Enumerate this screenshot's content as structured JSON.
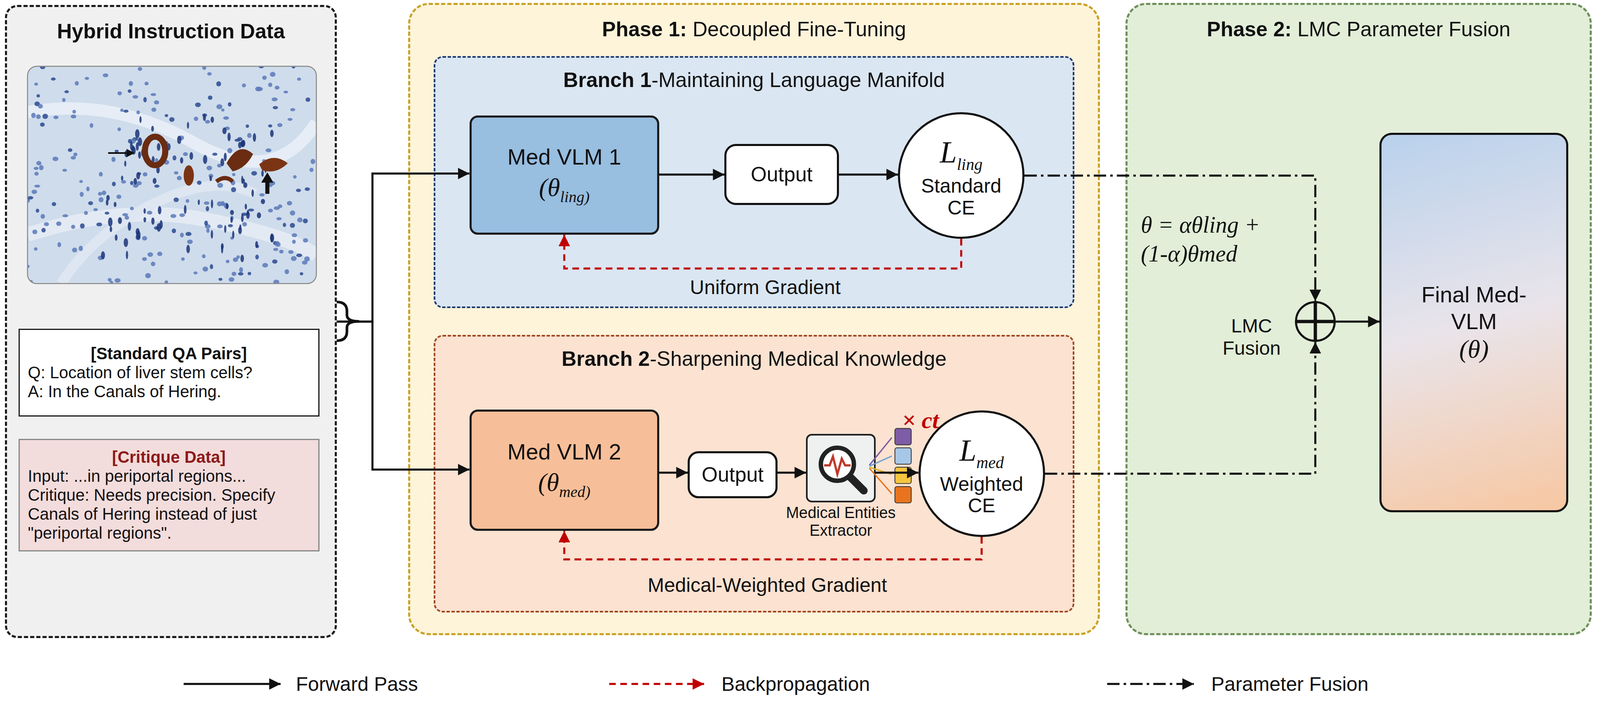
{
  "diagram": {
    "nodes": [
      {
        "text": [
          "Hybrid Instruction Data"
        ]
      },
      {
        "text": [
          "[Standard QA Pairs]",
          "Q: Location of liver stem cells?",
          "A: In the Canals of Hering."
        ],
        "in": 0
      },
      {
        "text": [
          "[Critique Data]",
          "Input: ...in periportal regions...",
          "Critique: Needs precision. Specify Canals of Hering instead of just \"periportal regions\"."
        ],
        "in": 0
      },
      {
        "text": [
          "Phase 1:",
          "Decoupled Fine-Tuning"
        ]
      },
      {
        "text": [
          "Branch 1",
          "-Maintaining Language Manifold"
        ],
        "in": 3
      },
      {
        "text": [
          "Med VLM 1",
          "(θling)"
        ],
        "in": 4
      },
      {
        "text": [
          "Output"
        ],
        "in": 4
      },
      {
        "text": [
          "Lling",
          "Standard CE"
        ],
        "in": 4
      },
      {
        "text": [
          "Branch 2",
          "-Sharpening Medical Knowledge"
        ],
        "in": 3
      },
      {
        "text": [
          "Med VLM 2",
          "(θmed)"
        ],
        "in": 8
      },
      {
        "text": [
          "Output"
        ],
        "in": 8
      },
      {
        "text": [
          "Medical Entities Extractor"
        ],
        "in": 8
      },
      {
        "text": [
          "Lmed",
          "Weighted CE"
        ],
        "in": 8
      },
      {
        "text": [
          "Phase 2:",
          "LMC Parameter Fusion"
        ]
      },
      {
        "text": [
          "LMC Fusion"
        ],
        "in": 13
      },
      {
        "text": [
          "Final Med-VLM",
          "(θ)"
        ],
        "in": 13
      }
    ],
    "edges": [
      {
        "from": 0,
        "to": 5,
        "arrow": "to"
      },
      {
        "from": 0,
        "to": 9,
        "arrow": "to"
      },
      {
        "from": 5,
        "to": 6,
        "arrow": "to"
      },
      {
        "from": 6,
        "to": 7,
        "arrow": "to"
      },
      {
        "from": 7,
        "to": 5,
        "label": "Uniform Gradient",
        "arrow": "to"
      },
      {
        "from": 9,
        "to": 10,
        "arrow": "to"
      },
      {
        "from": 10,
        "to": 11,
        "arrow": "to"
      },
      {
        "from": 11,
        "to": 12,
        "arrow": "to"
      },
      {
        "from": 12,
        "to": 9,
        "label": "Medical-Weighted Gradient",
        "arrow": "to"
      },
      {
        "from": 7,
        "to": 14,
        "arrow": "to"
      },
      {
        "from": 12,
        "to": 14,
        "arrow": "to"
      },
      {
        "from": 14,
        "to": 15,
        "arrow": "to"
      }
    ],
    "labels": [
      "θ = αθling +(1-α)θmed",
      "× ct"
    ],
    "legend": [
      {
        "text": "Forward Pass"
      },
      {
        "text": "Backpropagation"
      },
      {
        "text": "Parameter Fusion"
      }
    ]
  }
}
